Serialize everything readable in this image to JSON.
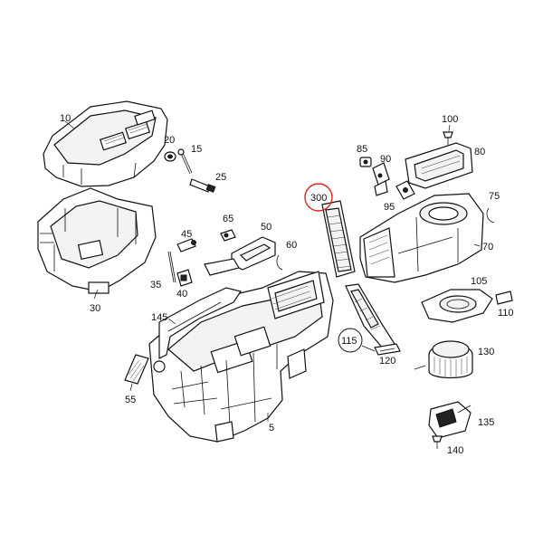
{
  "callouts": {
    "c10": "10",
    "c20": "20",
    "c15": "15",
    "c25": "25",
    "c30": "30",
    "c45": "45",
    "c35": "35",
    "c40": "40",
    "c65": "65",
    "c50": "50",
    "c60": "60",
    "c145": "145",
    "c55": "55",
    "c5": "5",
    "c100": "100",
    "c85": "85",
    "c90": "90",
    "c80": "80",
    "c300": "300",
    "c95": "95",
    "c75": "75",
    "c70": "70",
    "c105": "105",
    "c110": "110",
    "c115": "115",
    "c120": "120",
    "c130": "130",
    "c135": "135",
    "c140": "140"
  },
  "highlight_color": "#d9261c",
  "line_color": "#111111"
}
